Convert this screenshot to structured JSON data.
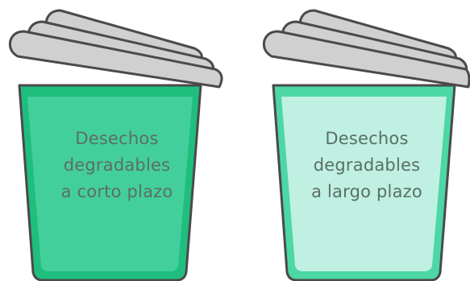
{
  "bins": [
    {
      "line1": "Desechos",
      "line2": "degradables",
      "line3": "a corto plazo",
      "body_color": "#43cf9b",
      "rim_color": "#1fbe7f",
      "lid_color": "#d0d0d0"
    },
    {
      "line1": "Desechos",
      "line2": "degradables",
      "line3": "a largo plazo",
      "body_color": "#bff0e2",
      "rim_color": "#4cd7a4",
      "lid_color": "#d0d0d0"
    }
  ],
  "colors": {
    "outline": "#4a4a4a",
    "text": "#5b6e68"
  }
}
